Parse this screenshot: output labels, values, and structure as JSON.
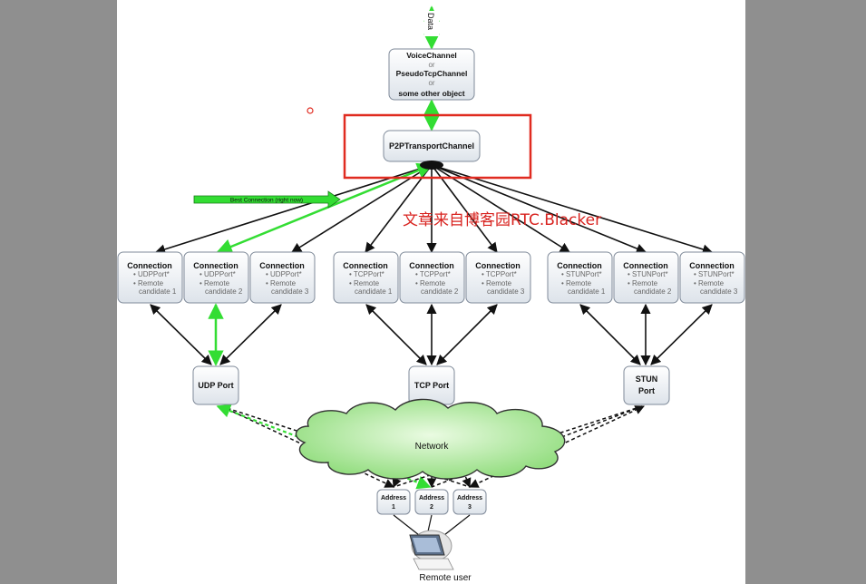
{
  "top_link_label": "Data",
  "channel_box": {
    "line1": "VoiceChannel",
    "or1": "or",
    "line2": "PseudoTcpChannel",
    "or2": "or",
    "line3": "some other object"
  },
  "transport_channel": "P2PTransportChannel",
  "best_connection_label": "Best Connection (right now)",
  "watermark": "文章来自博客园RTC.Blacker",
  "connection_groups": [
    {
      "port_label_line1": "UDP Port",
      "port_label_line2": "",
      "connections": [
        {
          "title": "Connection",
          "port_item": "UDPPort*",
          "remote_line1": "Remote",
          "remote_line2": "candidate 1"
        },
        {
          "title": "Connection",
          "port_item": "UDPPort*",
          "remote_line1": "Remote",
          "remote_line2": "candidate 2"
        },
        {
          "title": "Connection",
          "port_item": "UDPPort*",
          "remote_line1": "Remote",
          "remote_line2": "candidate 3"
        }
      ]
    },
    {
      "port_label_line1": "TCP Port",
      "port_label_line2": "",
      "connections": [
        {
          "title": "Connection",
          "port_item": "TCPPort*",
          "remote_line1": "Remote",
          "remote_line2": "candidate 1"
        },
        {
          "title": "Connection",
          "port_item": "TCPPort*",
          "remote_line1": "Remote",
          "remote_line2": "candidate 2"
        },
        {
          "title": "Connection",
          "port_item": "TCPPort*",
          "remote_line1": "Remote",
          "remote_line2": "candidate 3"
        }
      ]
    },
    {
      "port_label_line1": "STUN",
      "port_label_line2": "Port",
      "connections": [
        {
          "title": "Connection",
          "port_item": "STUNPort*",
          "remote_line1": "Remote",
          "remote_line2": "candidate 1"
        },
        {
          "title": "Connection",
          "port_item": "STUNPort*",
          "remote_line1": "Remote",
          "remote_line2": "candidate 2"
        },
        {
          "title": "Connection",
          "port_item": "STUNPort*",
          "remote_line1": "Remote",
          "remote_line2": "candidate 3"
        }
      ]
    }
  ],
  "network_label": "Network",
  "addresses": [
    {
      "line1": "Address",
      "line2": "1"
    },
    {
      "line1": "Address",
      "line2": "2"
    },
    {
      "line1": "Address",
      "line2": "3"
    }
  ],
  "remote_user_label": "Remote user",
  "colors": {
    "highlight_box": "#e02b20",
    "green_link": "#33dd33",
    "watermark_text": "#d8231f",
    "cloud_fill": "#9ee88a"
  }
}
